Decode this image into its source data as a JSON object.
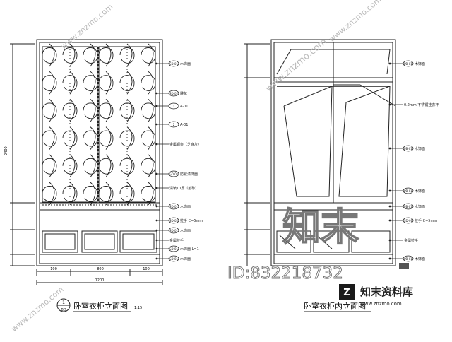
{
  "left": {
    "title": "卧室衣柜立面图",
    "scale": "1:15",
    "tag_top": "1",
    "tag_bottom": "BD",
    "width_label": "1200",
    "height_label": "2400",
    "bottom_dims": [
      "100",
      "800",
      "100"
    ],
    "callouts": [
      {
        "code": "SD-01",
        "text": "木饰面"
      },
      {
        "code": "SD-02",
        "text": "雕花"
      },
      {
        "code": "1",
        "text": "A-01"
      },
      {
        "code": "2",
        "text": "A-01"
      },
      {
        "code": "",
        "text": "金属铜条（芝麻灰）"
      },
      {
        "code": "GD-01",
        "text": "防锈漆饰面"
      },
      {
        "code": "",
        "text": "清玻10厚（磨砂）"
      },
      {
        "code": "SD-01",
        "text": "木饰面"
      },
      {
        "code": "SD-02",
        "text": "拉手 C=5mm"
      },
      {
        "code": "SD-01",
        "text": "木饰面"
      },
      {
        "code": "",
        "text": "金属拉手"
      },
      {
        "code": "SD-01",
        "text": "木饰面 L=1"
      },
      {
        "code": "SD-01",
        "text": "木饰面"
      }
    ]
  },
  "right": {
    "title": "卧室衣柜内立面图",
    "callouts": [
      {
        "code": "PB-01",
        "text": "木饰面"
      },
      {
        "code": "",
        "text": "0.2mm 不锈钢挂衣杆"
      },
      {
        "code": "PB-01",
        "text": "木饰面"
      },
      {
        "code": "PB-01",
        "text": "木饰面"
      },
      {
        "code": "PB-01",
        "text": "木饰面"
      },
      {
        "code": "SD-01",
        "text": "拉手 C=5mm"
      },
      {
        "code": "",
        "text": "金属拉手"
      },
      {
        "code": "PB-01",
        "text": "木饰面"
      }
    ]
  },
  "watermark": {
    "logo_text": "知末",
    "id_text": "ID:832218732",
    "brand_cn": "知末资料库",
    "brand_url": "www.znzmo.com",
    "diag": "www.znzmo.com"
  },
  "colors": {
    "line": "#222222",
    "watermark": "#8c8c8c"
  }
}
